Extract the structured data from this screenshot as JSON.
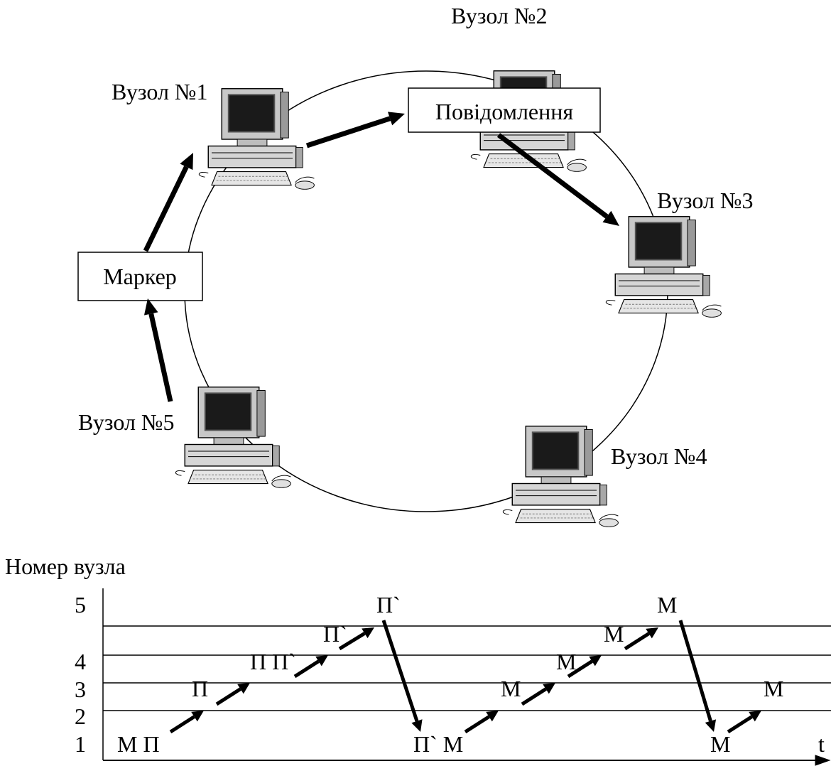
{
  "ring": {
    "nodes": [
      {
        "id": 1,
        "label": "Вузол №1"
      },
      {
        "id": 2,
        "label": "Вузол №2"
      },
      {
        "id": 3,
        "label": "Вузол №3"
      },
      {
        "id": 4,
        "label": "Вузол №4"
      },
      {
        "id": 5,
        "label": "Вузол №5"
      }
    ],
    "marker_label": "Маркер",
    "message_label": "Повідомлення"
  },
  "timeline": {
    "y_axis_title": "Номер вузла",
    "x_axis_label": "t",
    "rows": [
      "1",
      "2",
      "3",
      "4",
      "5"
    ],
    "events": [
      {
        "text": "М П"
      },
      {
        "text": "П"
      },
      {
        "text": "П П`"
      },
      {
        "text": "П`"
      },
      {
        "text": "П`"
      },
      {
        "text": "П` М"
      },
      {
        "text": "М"
      },
      {
        "text": "М"
      },
      {
        "text": "М"
      },
      {
        "text": "М"
      },
      {
        "text": "М"
      },
      {
        "text": "М"
      }
    ]
  },
  "colors": {
    "ink": "#000000",
    "monitor_case": "#c8c8c8",
    "screen": "#1a1a1a",
    "background": "#ffffff"
  }
}
